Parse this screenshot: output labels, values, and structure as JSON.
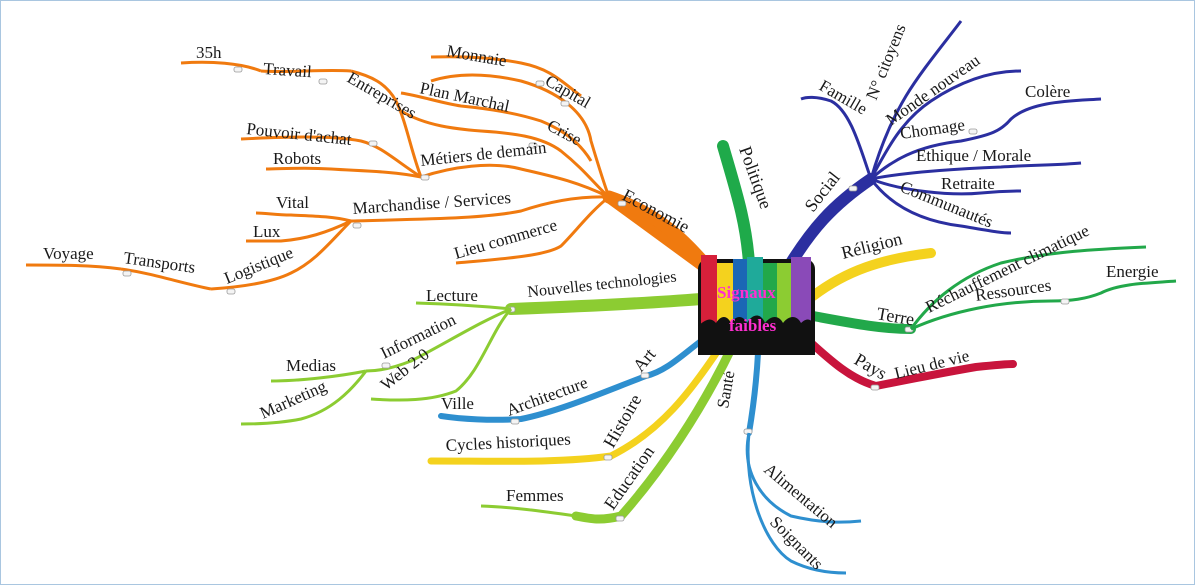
{
  "colors": {
    "economie": "#f07a0f",
    "social": "#2b2fa0",
    "politique": "#1faa4a",
    "religion": "#f4d21e",
    "terre": "#22a84a",
    "pays": "#c8143c",
    "sante": "#2e8fcf",
    "education": "#8ccc32",
    "histoire": "#f4d21e",
    "art": "#2e8fcf",
    "nouvelles": "#8ccc32"
  },
  "center": {
    "title_line1": "Signaux",
    "title_line2": "faibles"
  },
  "economie": {
    "label": "Economie",
    "entreprises": "Entreprises",
    "travail": "Travail",
    "h35": "35h",
    "capital": "Capital",
    "monnaie": "Monnaie",
    "crise": "Crise",
    "plan_marchal": "Plan Marchal",
    "metiers": "Métiers de demain",
    "pouvoir_achat": "Pouvoir d'achat",
    "robots": "Robots",
    "marchandise": "Marchandise / Services",
    "vital": "Vital",
    "lux": "Lux",
    "logistique": "Logistique",
    "transports": "Transports",
    "voyage": "Voyage",
    "lieu_commerce": "Lieu commerce"
  },
  "social": {
    "label": "Social",
    "famille": "Famille",
    "citoyens": "N° citoyens",
    "monde_nouveau": "Monde nouveau",
    "chomage": "Chomage",
    "colere": "Colère",
    "ethique": "Ethique / Morale",
    "retraite": "Retraite",
    "communautes": "Communautés"
  },
  "politique": {
    "label": "Politique"
  },
  "religion": {
    "label": "Réligion"
  },
  "terre": {
    "label": "Terre",
    "rechauffement": "Réchauffement climatique",
    "ressources": "Ressources",
    "energie": "Energie"
  },
  "pays": {
    "label": "Pays",
    "lieu_de_vie": "Lieu de vie"
  },
  "sante": {
    "label": "Santé",
    "alimentation": "Alimentation",
    "soignants": "Soignants"
  },
  "education": {
    "label": "Education",
    "femmes": "Femmes"
  },
  "histoire": {
    "label": "Histoire",
    "cycles": "Cycles historiques"
  },
  "art": {
    "label": "Art",
    "architecture": "Architecture",
    "ville": "Ville"
  },
  "nouvelles": {
    "label": "Nouvelles technologies",
    "lecture": "Lecture",
    "information": "Information",
    "medias": "Medias",
    "marketing": "Marketing",
    "web20": "Web 2.0"
  }
}
